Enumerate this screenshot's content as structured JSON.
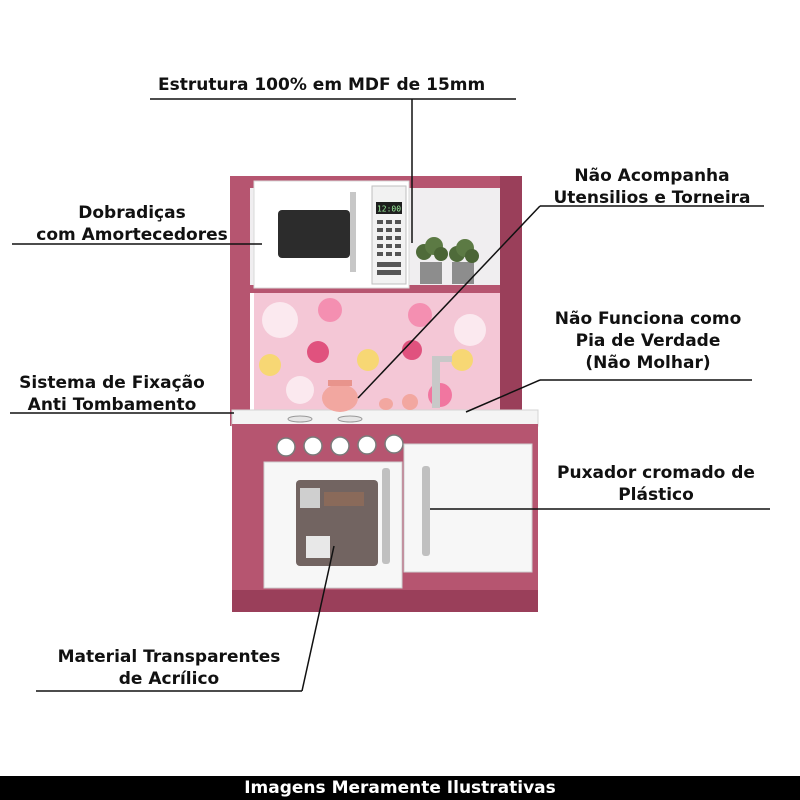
{
  "callouts": {
    "estrutura": "Estrutura 100% em MDF de 15mm",
    "dobradicas_1": "Dobradiças",
    "dobradicas_2": "com Amortecedores",
    "nao_acompanha_1": "Não Acompanha",
    "nao_acompanha_2": "Utensilios e Torneira",
    "nao_funciona_1": "Não Funciona como",
    "nao_funciona_2": "Pia de Verdade",
    "nao_funciona_3": "(Não Molhar)",
    "fixacao_1": "Sistema de Fixação",
    "fixacao_2": "Anti Tombamento",
    "puxador_1": "Puxador cromado de",
    "puxador_2": "Plástico",
    "material_1": "Material Transparentes",
    "material_2": "de Acrílico"
  },
  "microwave_display": "12:00",
  "footer": "Imagens Meramente Ilustrativas",
  "colors": {
    "cabinet_pink": "#b65570",
    "cabinet_dark": "#9a3f5a",
    "door_white": "#f7f7f7",
    "backsplash": "#f4c7d6"
  }
}
